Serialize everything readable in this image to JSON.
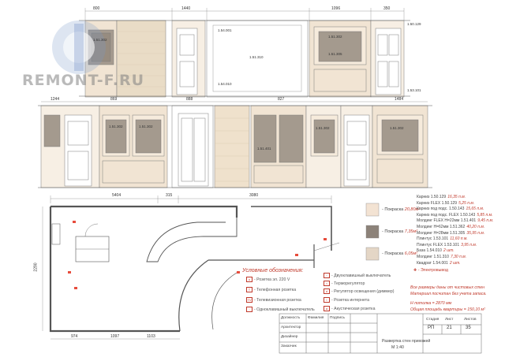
{
  "watermark": "REMONT-F.RU",
  "legend": {
    "title": "Условные обозначения:",
    "items_left": [
      {
        "label": "- Розетка эл. 220 V",
        "mark": "o"
      },
      {
        "label": "- Телефонная розетка",
        "mark": "T"
      },
      {
        "label": "- Телевизионная розетка",
        "mark": "TV"
      },
      {
        "label": "- Одноклавишный выключатель",
        "mark": "·"
      }
    ],
    "items_right": [
      {
        "label": "- Двухклавишный выключатель",
        "mark": "··"
      },
      {
        "label": "- Терморегулятор",
        "mark": "t"
      },
      {
        "label": "- Регулятор освещения (диммер)",
        "mark": "d"
      },
      {
        "label": "- Розетка интернета",
        "mark": "i"
      },
      {
        "label": "- Акустическая розетка",
        "mark": "a"
      }
    ],
    "electro": "- Электровывод"
  },
  "paints": [
    {
      "label": "- Покраска",
      "value": "20,80м²",
      "color": "#f3e3d3"
    },
    {
      "label": "- Покраска",
      "value": "7,35м²",
      "color": "#8c8279"
    },
    {
      "label": "- Покраска",
      "value": "6,05м²",
      "color": "#e4d6c6"
    }
  ],
  "spec": [
    {
      "label": "Карниз 1.50.129",
      "value": "16,35 п.м."
    },
    {
      "label": "Карниз FLEX 1.50.129",
      "value": "5,25 п.м."
    },
    {
      "label": "Карниз под подс. 1.50.143",
      "value": "15,65 п.м."
    },
    {
      "label": "Карниз под подс. FLEX 1.50.143",
      "value": "5,85 п.м."
    },
    {
      "label": "Молдинг FLEX H=22мм 1.51.401",
      "value": "9,45 п.м."
    },
    {
      "label": "Молдинг H=62мм 1.51.362",
      "value": "40,20 п.м."
    },
    {
      "label": "Молдинг H=28мм 1.51.305",
      "value": "35,95 п.м."
    },
    {
      "label": "Плинтус 1.53.101",
      "value": "11,60 п.м."
    },
    {
      "label": "Плинтус FLEX 1.53.101",
      "value": "3,95 п.м."
    },
    {
      "label": "База 1.54.010",
      "value": "2 шт."
    },
    {
      "label": "Молдинг 1.51.310",
      "value": "7,30 п.м."
    },
    {
      "label": "Квадрат 1.54.001",
      "value": "2 шт."
    }
  ],
  "notes": [
    "Все размеры даны от чистовых стен",
    "Материал посчитан без учета запаса.",
    "H потолка = 2870 мм",
    "Общая площадь квартиры = 150,10 м²"
  ],
  "title_block": {
    "rows": [
      "Должность",
      "Архитектор",
      "Дизайнер",
      "Заказчик"
    ],
    "cols": [
      "Фамилия",
      "Подпись"
    ],
    "headers": [
      "Стадия",
      "Лист",
      "Листов"
    ],
    "values": [
      "РП",
      "21",
      "35"
    ],
    "sheet_title": "Развертка стен прихожей",
    "scale": "М 1:40"
  },
  "dims_plan": [
    "5404",
    "315",
    "3080",
    "2290",
    "974",
    "1097",
    "1103"
  ],
  "dims_elev_top": [
    "800",
    "1440",
    "1096",
    "350"
  ],
  "dims_elev_mid": [
    "1244",
    "869",
    "888",
    "827",
    "1484"
  ],
  "elev_labels": [
    "1.51.302",
    "1.51.305",
    "1.54.001",
    "1.51.310",
    "1.54.010",
    "1.50.129",
    "1.53.101",
    "1.51.401"
  ]
}
